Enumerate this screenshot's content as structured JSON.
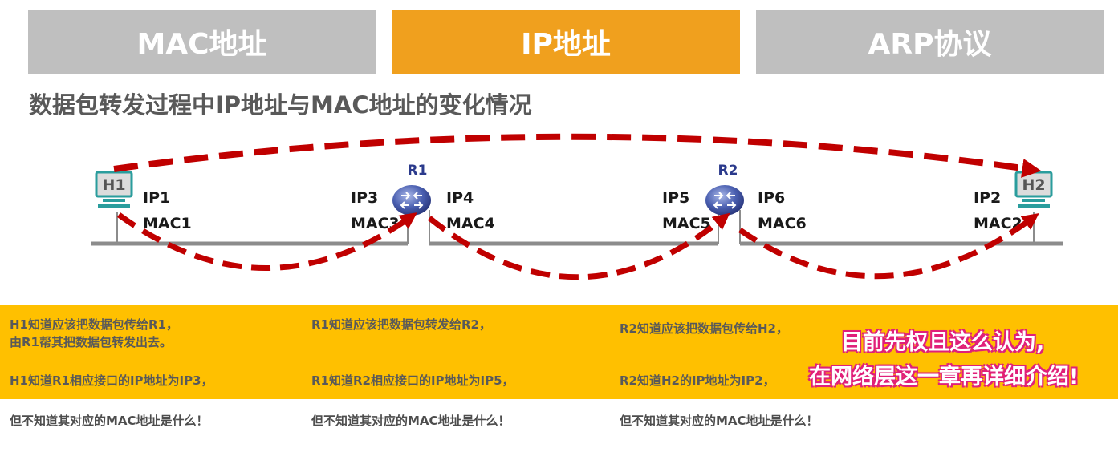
{
  "tabs": [
    {
      "label": "MAC地址",
      "active": false
    },
    {
      "label": "IP地址",
      "active": true
    },
    {
      "label": "ARP协议",
      "active": false
    }
  ],
  "subtitle": "数据包转发过程中IP地址与MAC地址的变化情况",
  "nodes": {
    "h1": {
      "name": "H1",
      "ip": "IP1",
      "mac": "MAC1"
    },
    "r1": {
      "name": "R1",
      "left_ip": "IP3",
      "left_mac": "MAC3",
      "right_ip": "IP4",
      "right_mac": "MAC4"
    },
    "r2": {
      "name": "R2",
      "left_ip": "IP5",
      "left_mac": "MAC5",
      "right_ip": "IP6",
      "right_mac": "MAC6"
    },
    "h2": {
      "name": "H2",
      "ip": "IP2",
      "mac": "MAC2"
    }
  },
  "notes": {
    "col1": {
      "line1": "H1知道应该把数据包传给R1，",
      "line2": "由R1帮其把数据包转发出去。",
      "line3": "H1知道R1相应接口的IP地址为IP3，",
      "line4": "但不知道其对应的MAC地址是什么！"
    },
    "col2": {
      "line1": "R1知道应该把数据包转发给R2，",
      "line3": "R1知道R2相应接口的IP地址为IP5，",
      "line4": "但不知道其对应的MAC地址是什么！"
    },
    "col3": {
      "line1": "R2知道应该把数据包传给H2，",
      "line3": "R2知道H2的IP地址为IP2，",
      "line4": "但不知道其对应的MAC地址是什么！"
    }
  },
  "callout": {
    "line1": "目前先权且这么认为,",
    "line2": "在网络层这一章再详细介绍!"
  },
  "colors": {
    "tab_inactive": "#bfbfbf",
    "tab_active": "#f0a01e",
    "arrow": "#c00000",
    "band": "#ffc000",
    "callout_glow": "#e0207a"
  }
}
